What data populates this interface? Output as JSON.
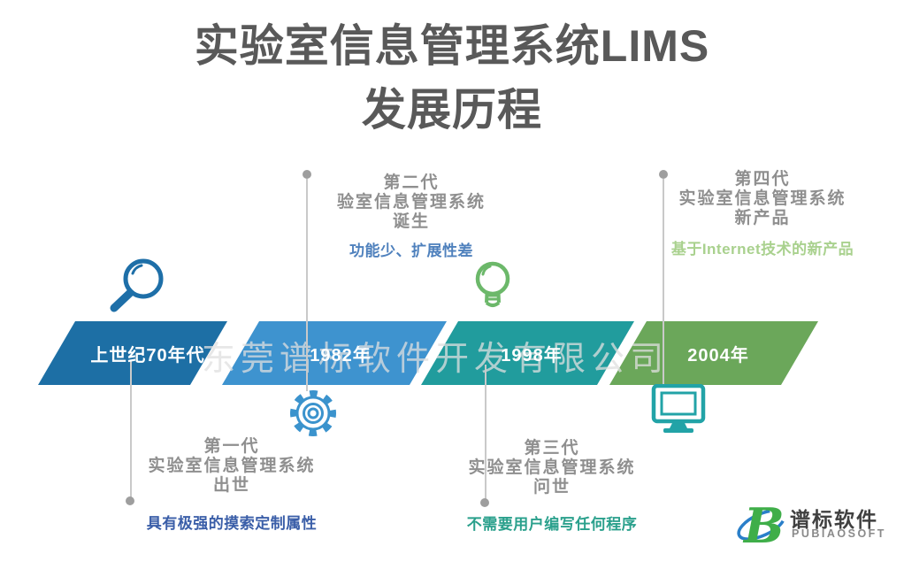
{
  "title": {
    "line1": "实验室信息管理系统LIMS",
    "line2": "发展历程"
  },
  "watermark": "东莞谱标软件开发有限公司",
  "timeline": {
    "segments": [
      {
        "label": "上世纪70年代",
        "color": "#1d6fa5"
      },
      {
        "label": "1982年",
        "color": "#3e93cf"
      },
      {
        "label": "1998年",
        "color": "#219c9d"
      },
      {
        "label": "2004年",
        "color": "#6ba75a"
      }
    ]
  },
  "milestones": [
    {
      "title_line1": "第一代",
      "title_line2": "实验室信息管理系统",
      "title_line3": "出世",
      "note": "具有极强的摸索定制属性",
      "note_color": "#3a5ea8",
      "icon": "magnifier-icon",
      "icon_color": "#1e6fa8",
      "position": "below"
    },
    {
      "title_line1": "第二代",
      "title_line2": "验室信息管理系统",
      "title_line3": "诞生",
      "note": "功能少、扩展性差",
      "note_color": "#4f81bd",
      "icon": "gear-icon",
      "icon_color": "#3b93cd",
      "position": "above"
    },
    {
      "title_line1": "第三代",
      "title_line2": "实验室信息管理系统",
      "title_line3": "问世",
      "note": "不需要用户编写任何程序",
      "note_color": "#2aa08c",
      "icon": "lightbulb-icon",
      "icon_color": "#6cb86a",
      "position": "below"
    },
    {
      "title_line1": "第四代",
      "title_line2": "实验室信息管理系统",
      "title_line3": "新产品",
      "note": "基于Internet技术的新产品",
      "note_color": "#a9d18e",
      "icon": "monitor-icon",
      "icon_color": "#22a3a7",
      "position": "above"
    }
  ],
  "logo": {
    "company_name": "谱标软件",
    "company_name_en": "PUBIAOSOFT",
    "mark_letter": "B",
    "mark_green": "#3fae49",
    "mark_blue": "#2a7fc9"
  }
}
